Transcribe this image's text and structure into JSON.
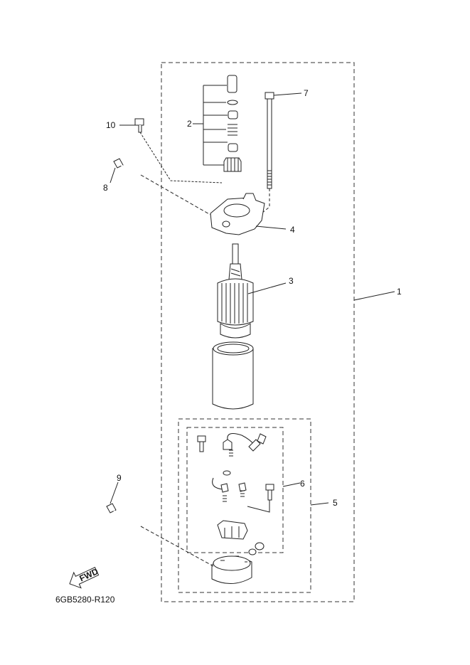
{
  "diagram": {
    "code": "6GB5280-R120",
    "fwd_label": "FWD",
    "callouts": [
      {
        "id": "c1",
        "text": "1"
      },
      {
        "id": "c2",
        "text": "2"
      },
      {
        "id": "c3",
        "text": "3"
      },
      {
        "id": "c4",
        "text": "4"
      },
      {
        "id": "c5",
        "text": "5"
      },
      {
        "id": "c6",
        "text": "6"
      },
      {
        "id": "c7",
        "text": "7"
      },
      {
        "id": "c8",
        "text": "8"
      },
      {
        "id": "c9",
        "text": "9"
      },
      {
        "id": "c10",
        "text": "10"
      }
    ]
  }
}
